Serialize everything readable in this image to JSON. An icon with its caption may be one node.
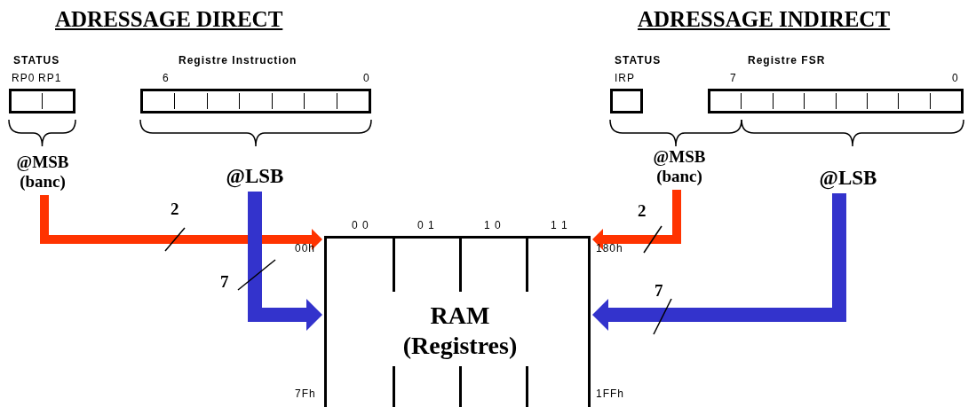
{
  "diagram": {
    "nodes": [
      {
        "text": [
          "STATUS"
        ],
        "beside": [
          "RP0",
          "RP1"
        ]
      },
      {
        "text": [
          "Registre Instruction"
        ],
        "beside": [
          "6",
          "0"
        ]
      },
      {
        "text": [
          "STATUS"
        ],
        "beside": [
          "IRP"
        ]
      },
      {
        "text": [
          "Registre FSR"
        ],
        "beside": [
          "7",
          "0"
        ]
      },
      {
        "text": [
          "RAM (Registres)"
        ],
        "beside": [
          "0 0",
          "0 1",
          "1 0",
          "1 1",
          "00h",
          "180h",
          "7Fh",
          "1FFh"
        ]
      },
      {
        "text": [
          "@MSB (banc)"
        ]
      },
      {
        "text": [
          "@LSB"
        ]
      },
      {
        "text": [
          "@MSB (banc)"
        ]
      },
      {
        "text": [
          "@LSB"
        ]
      }
    ],
    "edges": [
      {
        "from": 5,
        "to": 4,
        "arrow": "to",
        "label": "2",
        "color": "#ff3300"
      },
      {
        "from": 6,
        "to": 4,
        "arrow": "to",
        "label": "7",
        "color": "#3333cc"
      },
      {
        "from": 7,
        "to": 4,
        "arrow": "to",
        "label": "2",
        "color": "#ff3300"
      },
      {
        "from": 8,
        "to": 4,
        "arrow": "to",
        "label": "7",
        "color": "#3333cc"
      }
    ],
    "labels": [
      "ADRESSAGE DIRECT",
      "ADRESSAGE INDIRECT"
    ]
  }
}
